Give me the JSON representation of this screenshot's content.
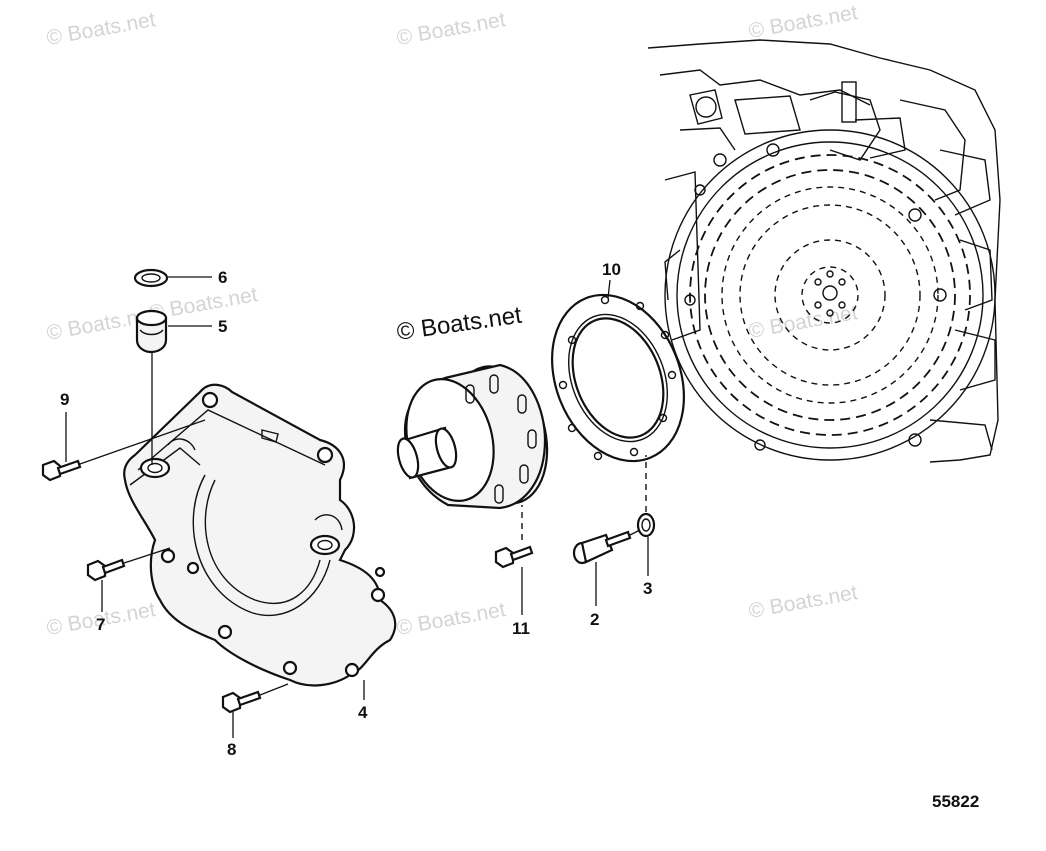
{
  "callouts": {
    "c1": "10",
    "c2": "6",
    "c3": "5",
    "c4": "9",
    "c5": "7",
    "c6": "8",
    "c7": "4",
    "c8": "11",
    "c9": "2",
    "c10": "3"
  },
  "watermarks": {
    "w1": "© Boats.net",
    "w2": "© Boats.net",
    "w3": "© Boats.net",
    "w4": "© Boats.net",
    "w5": "© Boats.net",
    "w6": "© Boats.net",
    "w7": "© Boats.net",
    "w8": "© Boats.net",
    "w9": "© Boats.net"
  },
  "main_watermark": "© Boats.net",
  "figure_number": "55822"
}
